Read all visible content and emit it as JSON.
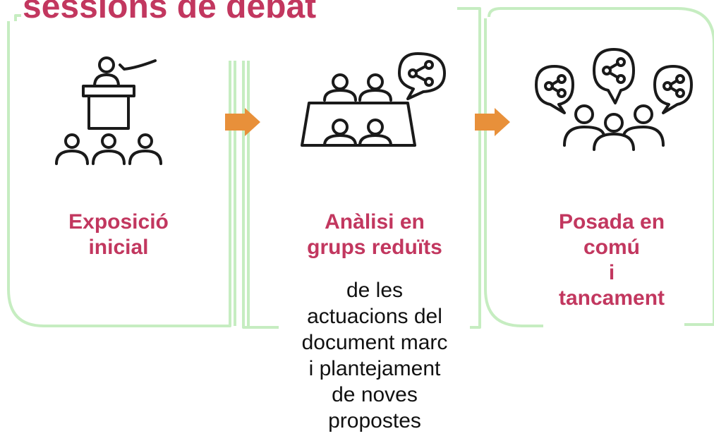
{
  "title": "sessions de debat",
  "colors": {
    "accent": "#c2375f",
    "frame": "#c6edc1",
    "arrow": "#e8903a",
    "text": "#111111"
  },
  "steps": [
    {
      "name": "exposicio-inicial",
      "icon": "presenter-audience-icon",
      "title_lines": [
        "Exposició",
        "inicial"
      ],
      "description_lines": []
    },
    {
      "name": "analisi-grups-reduits",
      "icon": "group-table-discussion-icon",
      "title_lines": [
        "Anàlisi en",
        "grups reduïts"
      ],
      "description_lines": [
        "de les",
        "actuacions del",
        "document marc",
        "i plantejament",
        "de noves",
        "propostes"
      ]
    },
    {
      "name": "posada-en-comu",
      "icon": "group-sharing-icon",
      "title_lines": [
        "Posada en",
        "comú",
        "i",
        "tancament"
      ],
      "description_lines": []
    }
  ]
}
